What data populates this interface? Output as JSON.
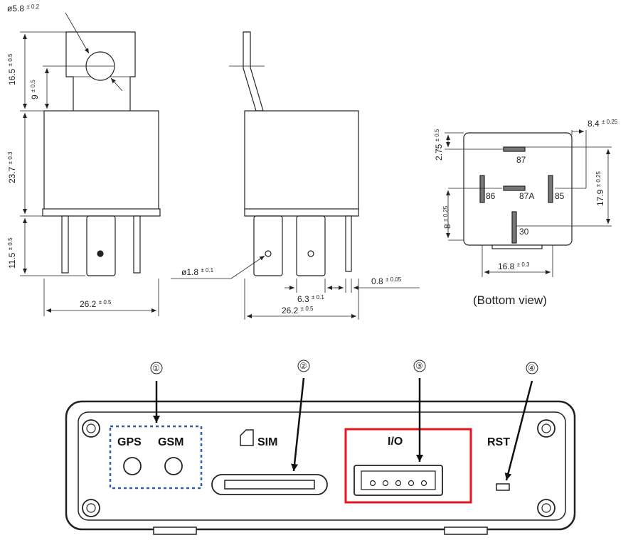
{
  "front_view": {
    "hole_diameter": {
      "value": "ø5.8",
      "tol": "± 0.2"
    },
    "tab_height": {
      "value": "16.5",
      "tol": "± 0.5"
    },
    "tab_hole_offset": {
      "value": "9",
      "tol": "± 0.5"
    },
    "body_height": {
      "value": "23.7",
      "tol": "± 0.3"
    },
    "pin_length": {
      "value": "11.5",
      "tol": "± 0.5"
    },
    "width": {
      "value": "26.2",
      "tol": "± 0.5"
    }
  },
  "side_view": {
    "pin_hole": {
      "value": "ø1.8",
      "tol": "± 0.1"
    },
    "pin_pitch": {
      "value": "6.3",
      "tol": "± 0.1"
    },
    "pin_thickness": {
      "value": "0.8",
      "tol": "± 0.05"
    },
    "width": {
      "value": "26.2",
      "tol": "± 0.5"
    }
  },
  "bottom_view": {
    "pins": [
      "87",
      "86",
      "87A",
      "85",
      "30"
    ],
    "top_offset": {
      "value": "2.75",
      "tol": "± 0.5"
    },
    "right_offset": {
      "value": "8.4",
      "tol": "± 0.25"
    },
    "side_spacing": {
      "value": "17.9",
      "tol": "± 0.25"
    },
    "left_offset": {
      "value": "8",
      "tol": "± 0.25"
    },
    "width": {
      "value": "16.8",
      "tol": "± 0.3"
    },
    "caption": "(Bottom view)"
  },
  "device_panel": {
    "callouts": [
      "①",
      "②",
      "③",
      "④"
    ],
    "gps_label": "GPS",
    "gsm_label": "GSM",
    "sim_label": "SIM",
    "io_label": "I/O",
    "rst_label": "RST",
    "colors": {
      "dotted_box": "#2d5da8",
      "io_highlight": "#e8141c"
    }
  }
}
